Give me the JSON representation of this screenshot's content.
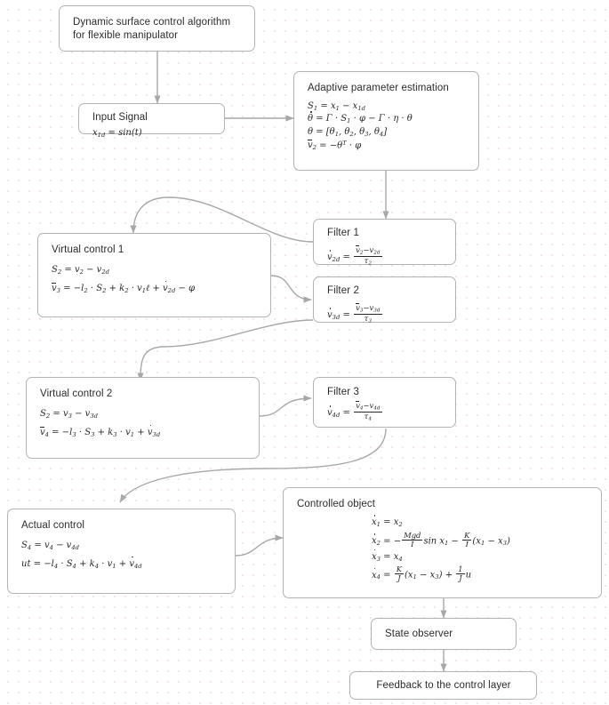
{
  "diagram": {
    "title": "Dynamic surface control algorithm for flexible manipulator block diagram",
    "style": {
      "box_border": "#b3b3b3",
      "box_fill": "#ffffff",
      "wire": "#a8a8a8",
      "text": "#2b2b2b",
      "grid_dot": "#f0dede"
    },
    "nodes": [
      {
        "id": "root",
        "label_line1": "Dynamic surface control algorithm",
        "label_line2": "for flexible manipulator"
      },
      {
        "id": "input-signal",
        "label": "Input Signal",
        "equations": [
          "x_1d = sin(t)"
        ]
      },
      {
        "id": "adaptive-parameter-estimation",
        "label": "Adaptive parameter estimation",
        "equations": [
          "S_1 = x_1 - x_1d",
          "theta_dot = Gamma . S_1 . phi - Gamma . eta . theta",
          "theta = [theta_1, theta_2, theta_3, theta_4]",
          "v_2_bar = -theta^T . phi"
        ]
      },
      {
        "id": "filter-1",
        "label": "Filter 1",
        "equations": [
          "v_2d_dot = (v_2_bar - v_2d) / tau_2"
        ]
      },
      {
        "id": "filter-2",
        "label": "Filter 2",
        "equations": [
          "v_3d_dot = (v_3_bar - v_3d) / tau_3"
        ]
      },
      {
        "id": "filter-3",
        "label": "Filter 3",
        "equations": [
          "v_4d_dot = (v_4_bar - v_4d) / tau_4"
        ]
      },
      {
        "id": "virtual-control-1",
        "label": "Virtual control 1",
        "equations": [
          "S_2 = v_2 - v_2d",
          "v_3_bar = -l_2 . S_2 + k_2 . v_1 l + v_2d_dot - phi"
        ]
      },
      {
        "id": "virtual-control-2",
        "label": "Virtual control 2",
        "equations": [
          "S_2 = v_3 - v_3d",
          "v_4_bar = -l_3 . S_3 + k_3 . v_1 + v_3d_dot"
        ]
      },
      {
        "id": "actual-control",
        "label": "Actual control",
        "equations": [
          "S_4 = v_4 - v_4d",
          "ut = -l_4 . S_4 + k_4 . v_1 + v_4d_dot"
        ]
      },
      {
        "id": "controlled-object",
        "label": "Controlled object",
        "equations": [
          "x_1_dot = x_2",
          "x_2_dot = -(Mgd/I) sin x_1 - (K/I)(x_1 - x_3)",
          "x_3_dot = x_4",
          "x_4_dot = (K/J)(x_1 - x_3) + (1/J) u"
        ]
      },
      {
        "id": "state-observer",
        "label": "State observer"
      },
      {
        "id": "feedback",
        "label": "Feedback to the control layer"
      }
    ]
  }
}
